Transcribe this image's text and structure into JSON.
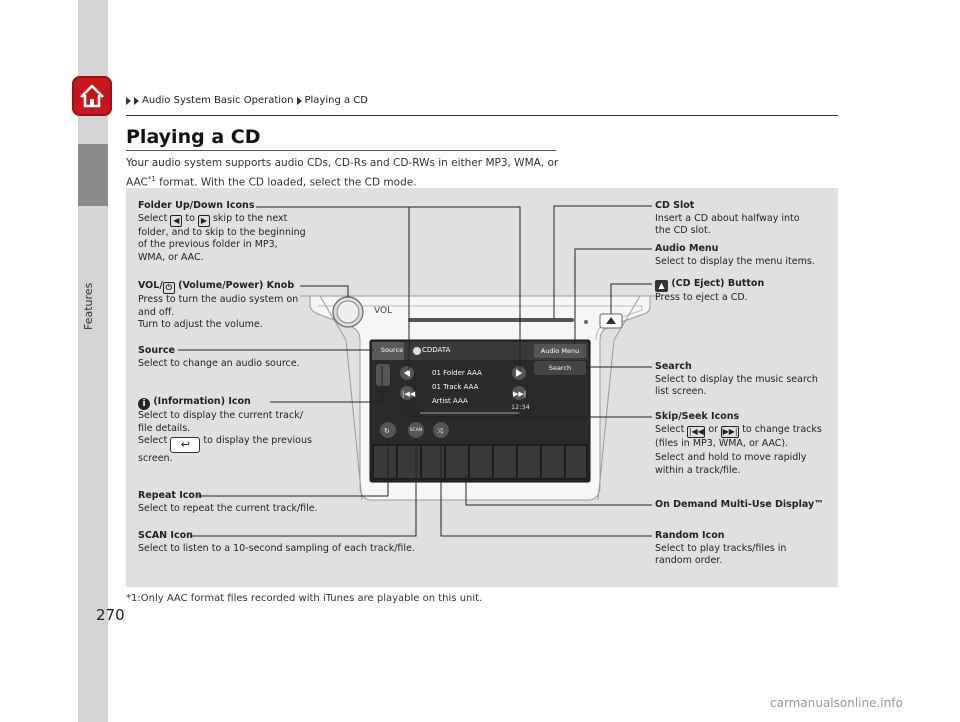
{
  "sidebar": {
    "section_label": "Features"
  },
  "breadcrumb": {
    "part1": "Audio System Basic Operation",
    "part2": "Playing a CD"
  },
  "title": "Playing a CD",
  "intro": {
    "line1": "Your audio system supports audio CDs, CD-Rs and CD-RWs in either MP3, WMA, or",
    "line2_pre": "AAC",
    "line2_sup": "*1",
    "line2_post": " format. With the CD loaded, select the CD mode."
  },
  "screen": {
    "source_btn": "Source",
    "disc_label": "CDDATA",
    "audio_menu_btn": "Audio Menu",
    "search_btn": "Search",
    "folder": "01 Folder AAA",
    "track": "01 Track AAA",
    "artist": "Artist AAA",
    "time": "12:34",
    "scan_label": "SCAN"
  },
  "callouts": {
    "folder_updown": {
      "title": "Folder Up/Down Icons",
      "l1a": "Select",
      "l1b": "to",
      "l1c": "skip to the next",
      "l2": "folder, and to skip to the beginning",
      "l3": "of the previous folder in MP3,",
      "l4": "WMA, or AAC."
    },
    "vol_knob": {
      "title_a": "VOL/",
      "title_b": "(Volume/Power) Knob",
      "l1": "Press to turn the audio system on",
      "l2": "and off.",
      "l3": "Turn to adjust the volume."
    },
    "source": {
      "title": "Source",
      "l1": "Select to change an audio source."
    },
    "info": {
      "title": "(Information) Icon",
      "l1": "Select to display the current track/",
      "l2": "file details.",
      "l3a": "Select",
      "l3b": "to display the previous",
      "l4": "screen."
    },
    "repeat": {
      "title": "Repeat Icon",
      "l1": "Select to repeat the current track/file."
    },
    "scan": {
      "title": "SCAN Icon",
      "l1": "Select to listen to a 10-second sampling of each track/file."
    },
    "cd_slot": {
      "title": "CD Slot",
      "l1": "Insert a CD about halfway into",
      "l2": "the CD slot."
    },
    "audio_menu": {
      "title": "Audio Menu",
      "l1": "Select to display the menu items."
    },
    "eject": {
      "title": "(CD Eject) Button",
      "l1": "Press to eject a CD."
    },
    "search": {
      "title": "Search",
      "l1": "Select to display the music search",
      "l2": "list screen."
    },
    "skip_seek": {
      "title": "Skip/Seek Icons",
      "l1a": "Select",
      "l1b": "or",
      "l1c": "to change tracks",
      "l2": "(files in MP3, WMA, or AAC).",
      "l3": "Select and hold to move rapidly",
      "l4": "within a track/file."
    },
    "on_demand": {
      "title": "On Demand Multi-Use Display™"
    },
    "random": {
      "title": "Random Icon",
      "l1": "Select to play tracks/files in",
      "l2": "random order."
    }
  },
  "footnote": "*1:Only AAC format files recorded with iTunes are playable on this unit.",
  "page_number": "270",
  "watermark": "carmanualsonline.info",
  "colors": {
    "accent": "#c8161d",
    "panel": "#e0e0e0",
    "screen": "#2a2a2a"
  }
}
